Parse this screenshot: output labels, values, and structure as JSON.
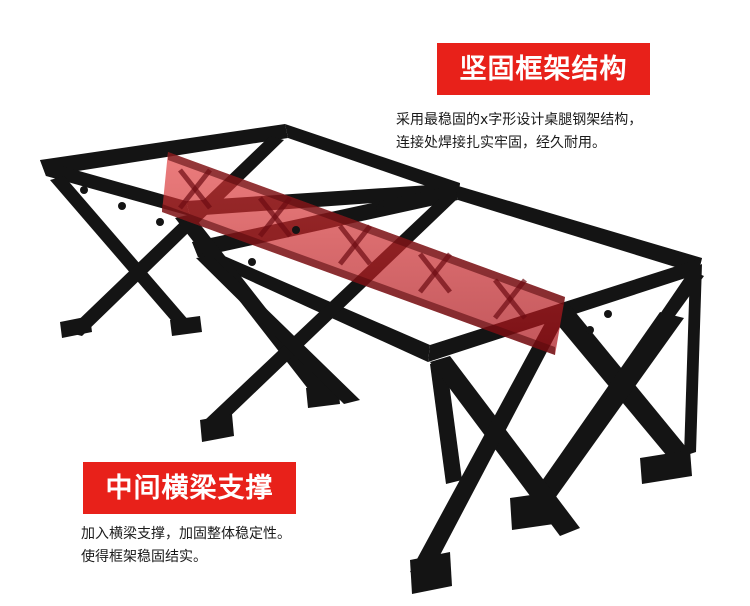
{
  "feature_top": {
    "title": "坚固框架结构",
    "lines": [
      "采用最稳固的x字形设计桌腿钢架结构，",
      "连接处焊接扎实牢固，经久耐用。"
    ]
  },
  "feature_bottom": {
    "title": "中间横梁支撑",
    "lines": [
      "加入横梁支撑，加固整体稳定性。",
      "使得框架稳固结实。"
    ]
  },
  "colors": {
    "accent": "#e8211a",
    "frame": "#141414",
    "highlight": "#c8121a"
  }
}
